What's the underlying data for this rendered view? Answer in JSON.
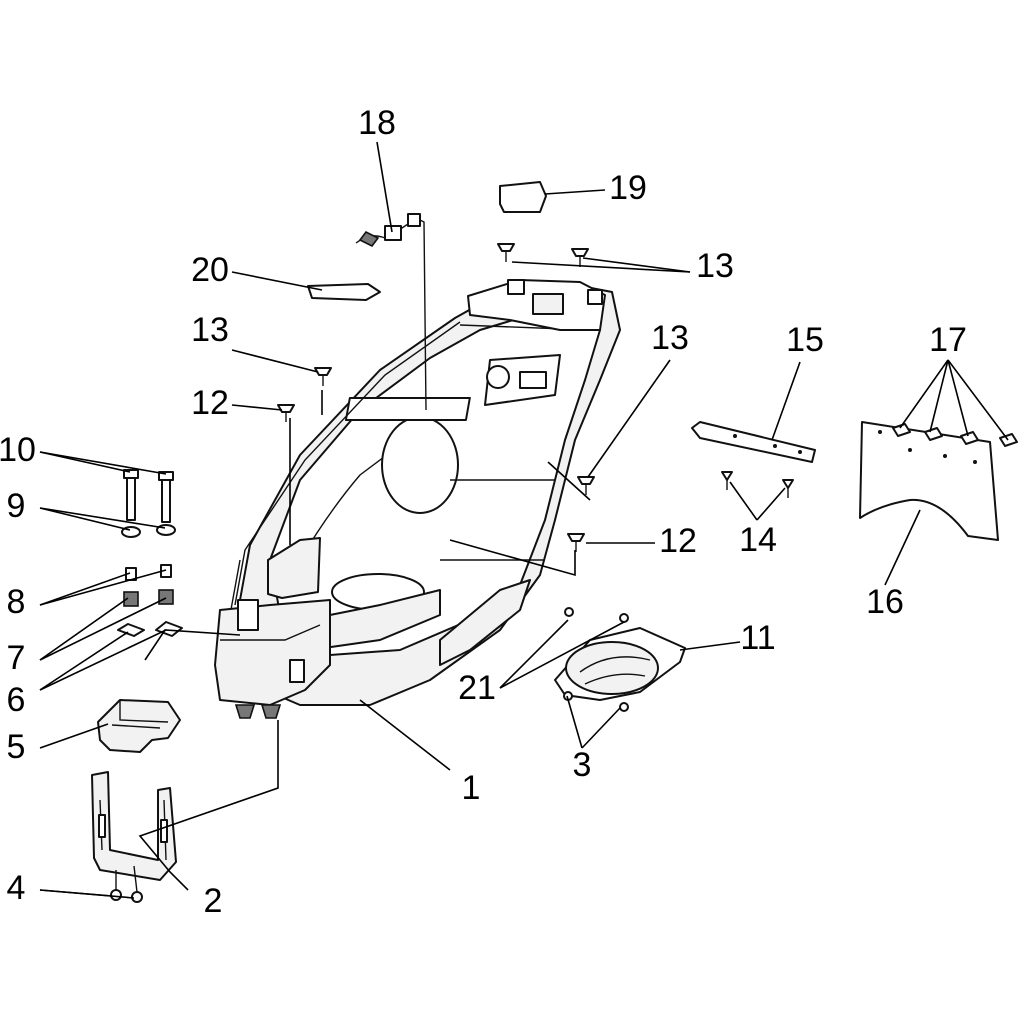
{
  "labels": {
    "n1": "1",
    "n2": "2",
    "n3": "3",
    "n4": "4",
    "n5": "5",
    "n6": "6",
    "n7": "7",
    "n8": "8",
    "n9": "9",
    "n10": "10",
    "n11": "11",
    "n12a": "12",
    "n12b": "12",
    "n13a": "13",
    "n13b": "13",
    "n13c": "13",
    "n14": "14",
    "n15": "15",
    "n16": "16",
    "n17": "17",
    "n18": "18",
    "n19": "19",
    "n20": "20",
    "n21": "21"
  },
  "colors": {
    "ink": "#000000",
    "part_fill": "#f2f2f2",
    "paper": "#ffffff"
  }
}
